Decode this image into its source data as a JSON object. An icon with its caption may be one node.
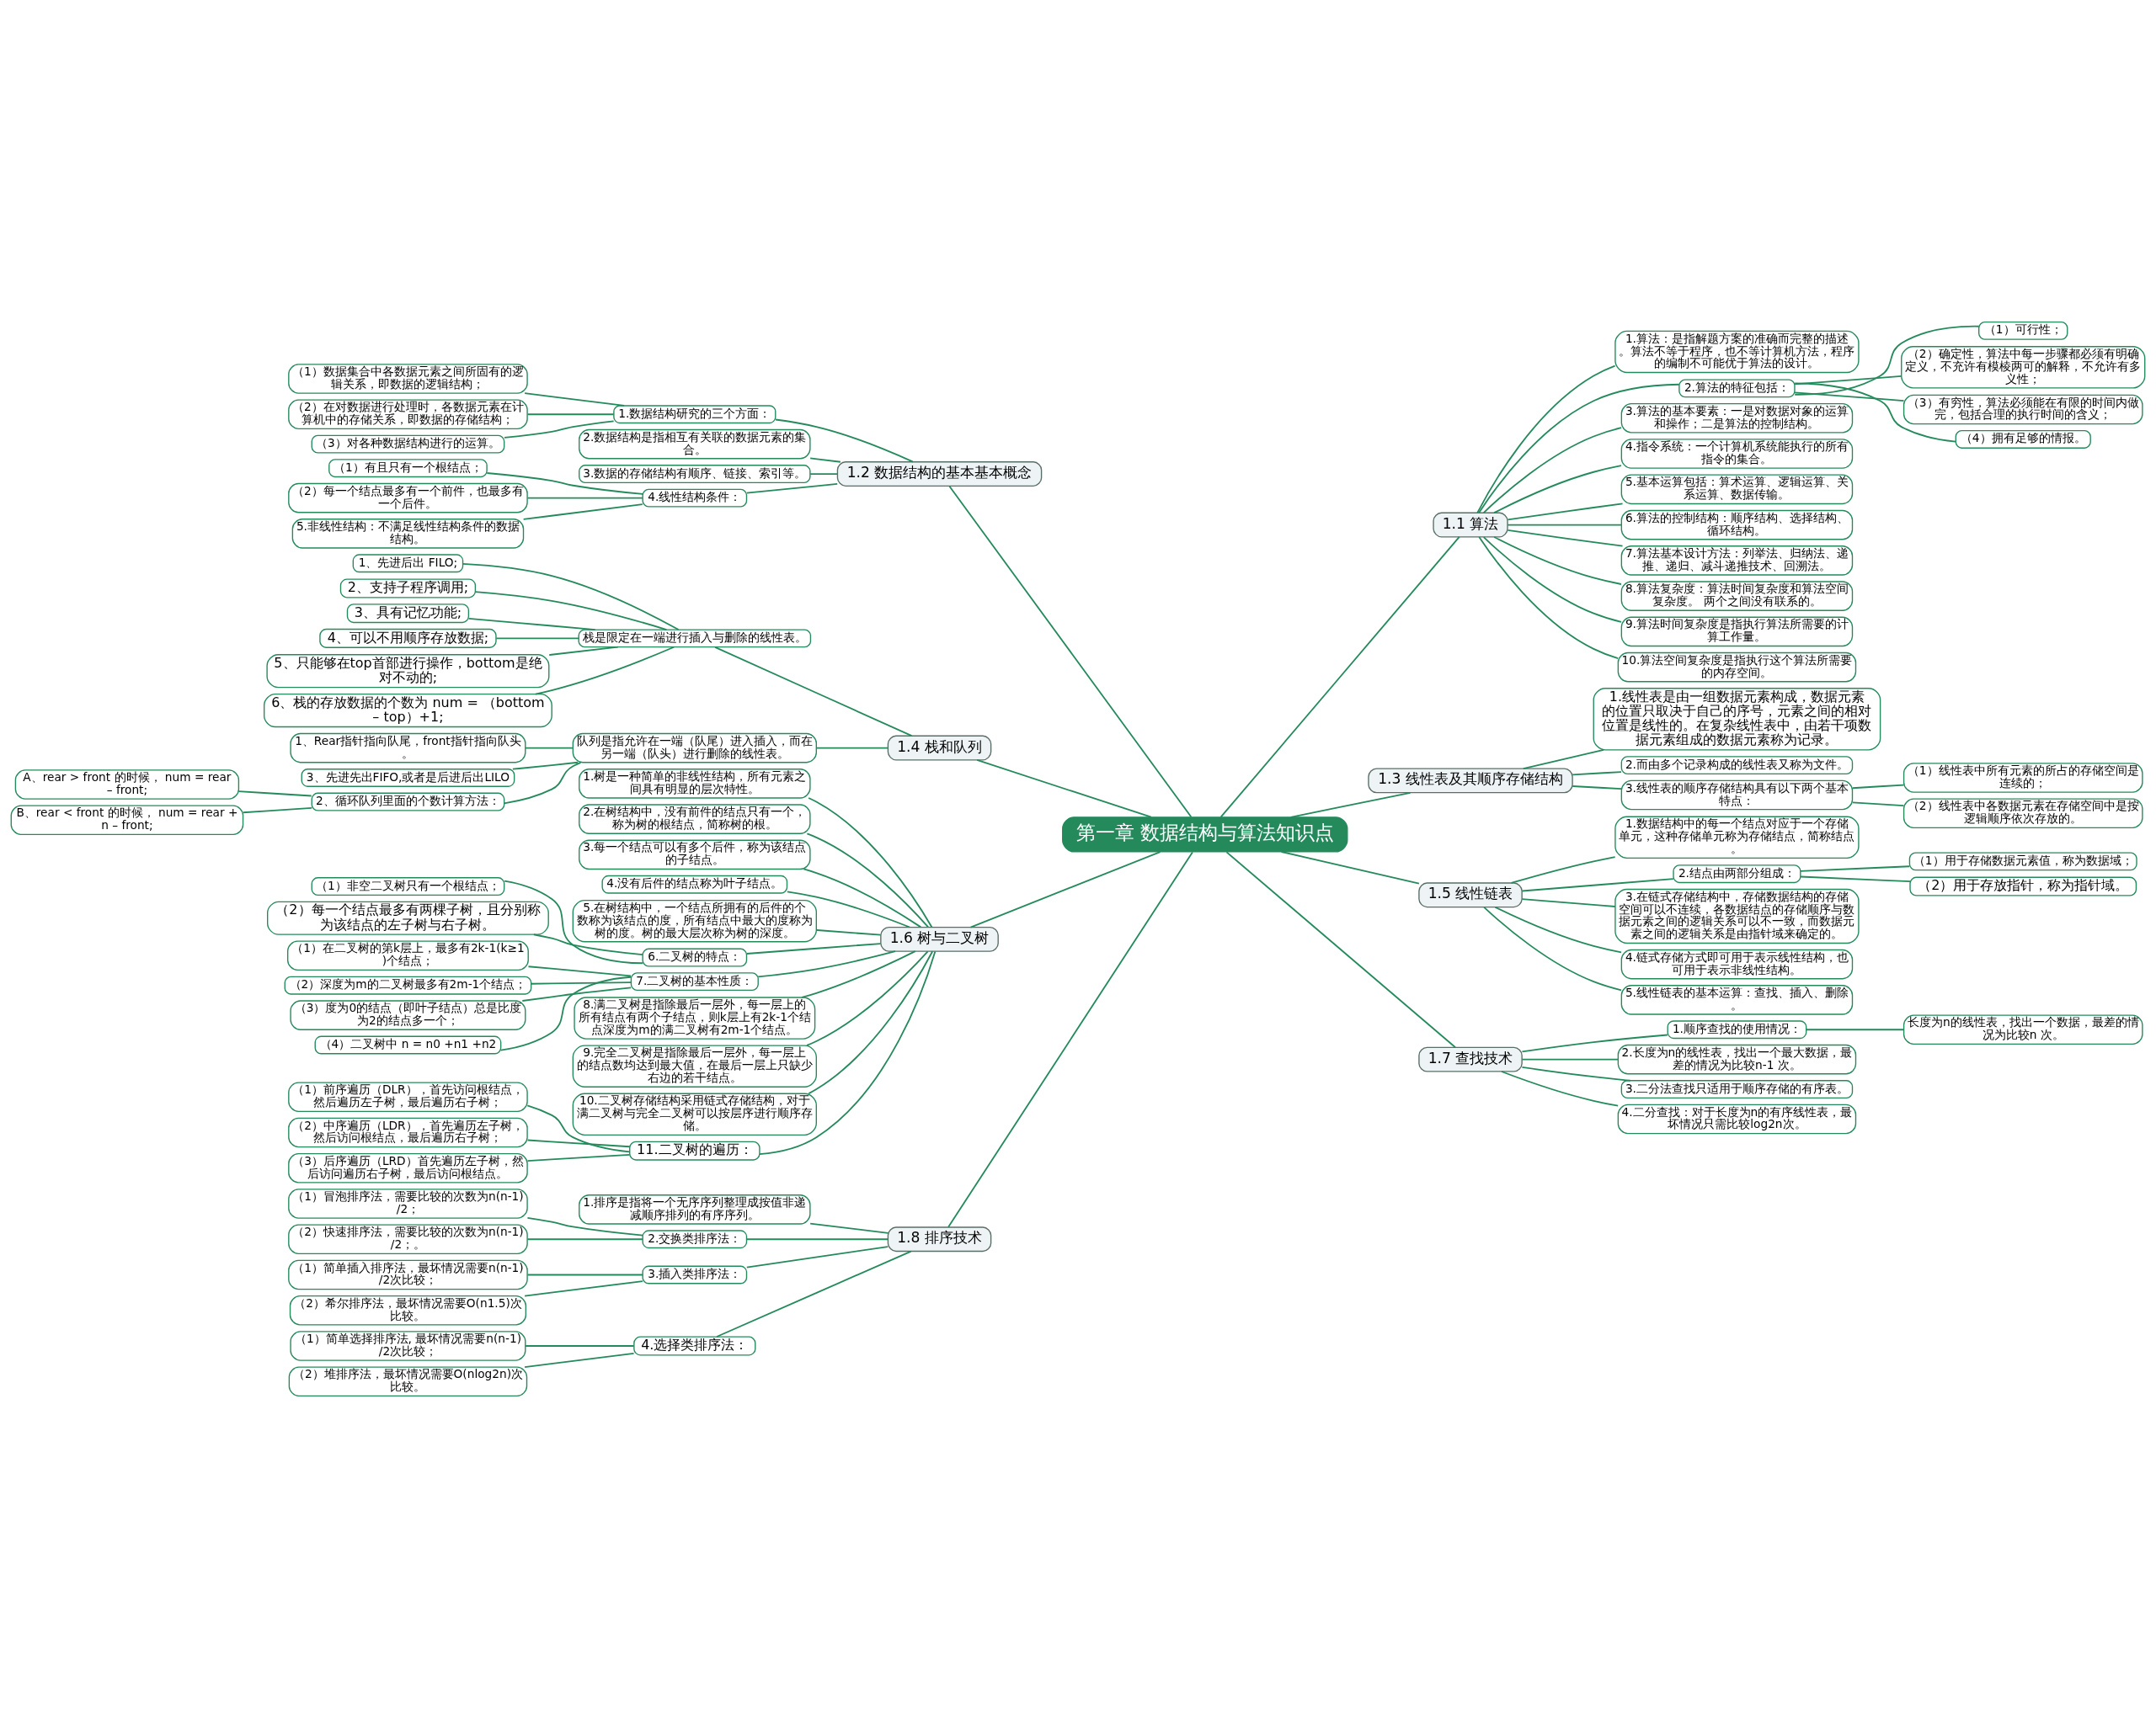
{
  "diagram": {
    "nodes": [
      {
        "text": [
          "第一章 数据结构与算法知识点"
        ]
      },
      {
        "text": [
          "1.1 算法"
        ]
      },
      {
        "text": [
          "1.算法：是指解题方案的准确而完整的描述。算法不等于程序，也不等计算机方法，程序的编制不可能优于算法的设计。"
        ]
      },
      {
        "text": [
          "2.算法的特征包括："
        ]
      },
      {
        "text": [
          "（1）可行性；"
        ]
      },
      {
        "text": [
          "（2）确定性，算法中每一步骤都必须有明确定义，不充许有模棱两可的解释，不允许有多义性；"
        ]
      },
      {
        "text": [
          "（3）有穷性，算法必须能在有限的时间内做完，包括合理的执行时间的含义；"
        ]
      },
      {
        "text": [
          "（4）拥有足够的情报。"
        ]
      },
      {
        "text": [
          "3.算法的基本要素：一是对数据对象的运算和操作；二是算法的控制结构。"
        ]
      },
      {
        "text": [
          "4.指令系统：一个计算机系统能执行的所有指令的集合。"
        ]
      },
      {
        "text": [
          "5.基本运算包括：算术运算、逻辑运算、关系运算、数据传输。"
        ]
      },
      {
        "text": [
          "6.算法的控制结构：顺序结构、选择结构、循环结构。"
        ]
      },
      {
        "text": [
          "7.算法基本设计方法：列举法、归纳法、递推、递归、减斗递推技术、回溯法。"
        ]
      },
      {
        "text": [
          "8.算法复杂度：算法时间复杂度和算法空间复杂度。 两个之间没有联系的。"
        ]
      },
      {
        "text": [
          "9.算法时间复杂度是指执行算法所需要的计算工作量。"
        ]
      },
      {
        "text": [
          "10.算法空间复杂度是指执行这个算法所需要的内存空间。"
        ]
      },
      {
        "text": [
          "1.2 数据结构的基本基本概念"
        ]
      },
      {
        "text": [
          "1.数据结构研究的三个方面："
        ]
      },
      {
        "text": [
          "（1）数据集合中各数据元素之间所固有的逻辑关系，即数据的逻辑结构；"
        ]
      },
      {
        "text": [
          "（2）在对数据进行处理时，各数据元素在计算机中的存储关系，即数据的存储结构；"
        ]
      },
      {
        "text": [
          "（3）对各种数据结构进行的运算。"
        ]
      },
      {
        "text": [
          "2.数据结构是指相互有关联的数据元素的集合。"
        ]
      },
      {
        "text": [
          "3.数据的存储结构有顺序、链接、索引等。"
        ]
      },
      {
        "text": [
          "4.线性结构条件："
        ]
      },
      {
        "text": [
          "（1）有且只有一个根结点；"
        ]
      },
      {
        "text": [
          "（2）每一个结点最多有一个前件，也最多有一个后件。"
        ]
      },
      {
        "text": [
          "5.非线性结构：不满足线性结构条件的数据结构。"
        ]
      },
      {
        "text": [
          "1.3 线性表及其顺序存储结构"
        ]
      },
      {
        "text": [
          "1.线性表是由一组数据元素构成，数据元素的位置只取决于自己的序号，元素之间的相对位置是线性的。在复杂线性表中，由若干项数据元素组成的数据元素称为记录。"
        ]
      },
      {
        "text": [
          "2.而由多个记录构成的线性表又称为文件。"
        ]
      },
      {
        "text": [
          "3.线性表的顺序存储结构具有以下两个基本特点："
        ]
      },
      {
        "text": [
          "（1）线性表中所有元素的所占的存储空间是连续的；"
        ]
      },
      {
        "text": [
          "（2）线性表中各数据元素在存储空间中是按逻辑顺序依次存放的。"
        ]
      },
      {
        "text": [
          "1.4 栈和队列"
        ]
      },
      {
        "text": [
          "栈是限定在一端进行插入与删除的线性表。"
        ]
      },
      {
        "text": [
          "1、先进后出 FILO;"
        ]
      },
      {
        "text": [
          "2、支持子程序调用;"
        ]
      },
      {
        "text": [
          "3、具有记忆功能;"
        ]
      },
      {
        "text": [
          "4、可以不用顺序存放数据;"
        ]
      },
      {
        "text": [
          "5、只能够在top首部进行操作，bottom是绝对不动的;"
        ]
      },
      {
        "text": [
          "6、栈的存放数据的个数为 num = （bottom – top）+1;"
        ]
      },
      {
        "text": [
          "队列是指允许在一端（队尾）进入插入，而在另一端（队头）进行删除的线性表。"
        ]
      },
      {
        "text": [
          "1、Rear指针指向队尾，front指针指向队头。"
        ]
      },
      {
        "text": [
          "3、先进先出FIFO,或者是后进后出LILO"
        ]
      },
      {
        "text": [
          "2、循环队列里面的个数计算方法："
        ]
      },
      {
        "text": [
          "A、rear > front 的时候， num = rear – front;"
        ]
      },
      {
        "text": [
          "B、rear < front 的时候， num = rear + n – front;"
        ]
      },
      {
        "text": [
          "1.5 线性链表"
        ]
      },
      {
        "text": [
          "1.数据结构中的每一个结点对应于一个存储单元，这种存储单元称为存储结点，简称结点。"
        ]
      },
      {
        "text": [
          "2.结点由两部分组成："
        ]
      },
      {
        "text": [
          "（1）用于存储数据元素值，称为数据域；"
        ]
      },
      {
        "text": [
          "（2）用于存放指针，称为指针域。"
        ]
      },
      {
        "text": [
          "3.在链式存储结构中，存储数据结构的存储空间可以不连续，各数据结点的存储顺序与数据元素之间的逻辑关系可以不一致，而数据元素之间的逻辑关系是由指针域来确定的。"
        ]
      },
      {
        "text": [
          "4.链式存储方式即可用于表示线性结构，也可用于表示非线性结构。"
        ]
      },
      {
        "text": [
          "5.线性链表的基本运算：查找、插入、删除。"
        ]
      },
      {
        "text": [
          "1.6 树与二叉树"
        ]
      },
      {
        "text": [
          "1.树是一种简单的非线性结构，所有元素之间具有明显的层次特性。"
        ]
      },
      {
        "text": [
          "2.在树结构中，没有前件的结点只有一个，称为树的根结点，简称树的根。"
        ]
      },
      {
        "text": [
          "3.每一个结点可以有多个后件，称为该结点的子结点。"
        ]
      },
      {
        "text": [
          "4.没有后件的结点称为叶子结点。"
        ]
      },
      {
        "text": [
          "5.在树结构中，一个结点所拥有的后件的个数称为该结点的度，所有结点中最大的度称为树的度。树的最大层次称为树的深度。"
        ]
      },
      {
        "text": [
          "6.二叉树的特点："
        ]
      },
      {
        "text": [
          "（1）非空二叉树只有一个根结点；"
        ]
      },
      {
        "text": [
          "（2）每一个结点最多有两棵子树，且分别称为该结点的左子树与右子树。"
        ]
      },
      {
        "text": [
          "7.二叉树的基本性质："
        ]
      },
      {
        "text": [
          "（1）在二叉树的第k层上，最多有2k-1(k≥1)个结点；"
        ]
      },
      {
        "text": [
          "（2）深度为m的二叉树最多有2m-1个结点；"
        ]
      },
      {
        "text": [
          "（3）度为0的结点（即叶子结点）总是比度为2的结点多一个；"
        ]
      },
      {
        "text": [
          "（4）二叉树中 n = n0 +n1 +n2"
        ]
      },
      {
        "text": [
          "8.满二叉树是指除最后一层外，每一层上的所有结点有两个子结点，则k层上有2k-1个结点深度为m的满二叉树有2m-1个结点。"
        ]
      },
      {
        "text": [
          "9.完全二叉树是指除最后一层外，每一层上的结点数均达到最大值，在最后一层上只缺少右边的若干结点。"
        ]
      },
      {
        "text": [
          "10.二叉树存储结构采用链式存储结构，对于满二叉树与完全二叉树可以按层序进行顺序存储。"
        ]
      },
      {
        "text": [
          "11.二叉树的遍历："
        ]
      },
      {
        "text": [
          "（1）前序遍历（DLR），首先访问根结点，然后遍历左子树，最后遍历右子树；"
        ]
      },
      {
        "text": [
          "（2）中序遍历（LDR），首先遍历左子树，然后访问根结点，最后遍历右子树；"
        ]
      },
      {
        "text": [
          "（3）后序遍历（LRD）首先遍历左子树，然后访问遍历右子树，最后访问根结点。"
        ]
      },
      {
        "text": [
          "1.7 查找技术"
        ]
      },
      {
        "text": [
          "1.顺序查找的使用情况："
        ]
      },
      {
        "text": [
          "长度为n的线性表，找出一个数据，最差的情况为比较n 次。"
        ]
      },
      {
        "text": [
          "2.长度为n的线性表，找出一个最大数据，最差的情况为比较n-1 次。"
        ]
      },
      {
        "text": [
          "3.二分法查找只适用于顺序存储的有序表。"
        ]
      },
      {
        "text": [
          "4.二分查找：对于长度为n的有序线性表，最坏情况只需比较log2n次。"
        ]
      },
      {
        "text": [
          "1.8 排序技术"
        ]
      },
      {
        "text": [
          "1.排序是指将一个无序序列整理成按值非递减顺序排列的有序序列。"
        ]
      },
      {
        "text": [
          "2.交换类排序法："
        ]
      },
      {
        "text": [
          "（1）冒泡排序法，需要比较的次数为n(n-1)/2；"
        ]
      },
      {
        "text": [
          "（2）快速排序法，需要比较的次数为n(n-1)/2；。"
        ]
      },
      {
        "text": [
          "3.插入类排序法："
        ]
      },
      {
        "text": [
          "（1）简单插入排序法，最坏情况需要n(n-1)/2次比较；"
        ]
      },
      {
        "text": [
          "（2）希尔排序法，最坏情况需要O(n1.5)次比较。"
        ]
      },
      {
        "text": [
          "4.选择类排序法："
        ]
      },
      {
        "text": [
          "（1）简单选择排序法, 最坏情况需要n(n-1)/2次比较；"
        ]
      },
      {
        "text": [
          "（2）堆排序法，最坏情况需要O(nlog2n)次比较。"
        ]
      }
    ],
    "edges": [
      {
        "from": 0,
        "to": 1,
        "arrow": "none"
      },
      {
        "from": 1,
        "to": 2,
        "arrow": "none"
      },
      {
        "from": 1,
        "to": 3,
        "arrow": "none"
      },
      {
        "from": 3,
        "to": 4,
        "arrow": "none"
      },
      {
        "from": 3,
        "to": 5,
        "arrow": "none"
      },
      {
        "from": 3,
        "to": 6,
        "arrow": "none"
      },
      {
        "from": 3,
        "to": 7,
        "arrow": "none"
      },
      {
        "from": 1,
        "to": 8,
        "arrow": "none"
      },
      {
        "from": 1,
        "to": 9,
        "arrow": "none"
      },
      {
        "from": 1,
        "to": 10,
        "arrow": "none"
      },
      {
        "from": 1,
        "to": 11,
        "arrow": "none"
      },
      {
        "from": 1,
        "to": 12,
        "arrow": "none"
      },
      {
        "from": 1,
        "to": 13,
        "arrow": "none"
      },
      {
        "from": 1,
        "to": 14,
        "arrow": "none"
      },
      {
        "from": 1,
        "to": 15,
        "arrow": "none"
      },
      {
        "from": 0,
        "to": 16,
        "arrow": "none"
      },
      {
        "from": 16,
        "to": 17,
        "arrow": "none"
      },
      {
        "from": 17,
        "to": 18,
        "arrow": "none"
      },
      {
        "from": 17,
        "to": 19,
        "arrow": "none"
      },
      {
        "from": 17,
        "to": 20,
        "arrow": "none"
      },
      {
        "from": 16,
        "to": 21,
        "arrow": "none"
      },
      {
        "from": 16,
        "to": 22,
        "arrow": "none"
      },
      {
        "from": 16,
        "to": 23,
        "arrow": "none"
      },
      {
        "from": 23,
        "to": 24,
        "arrow": "none"
      },
      {
        "from": 23,
        "to": 25,
        "arrow": "none"
      },
      {
        "from": 23,
        "to": 26,
        "arrow": "none"
      },
      {
        "from": 0,
        "to": 27,
        "arrow": "none"
      },
      {
        "from": 27,
        "to": 28,
        "arrow": "none"
      },
      {
        "from": 27,
        "to": 29,
        "arrow": "none"
      },
      {
        "from": 27,
        "to": 30,
        "arrow": "none"
      },
      {
        "from": 30,
        "to": 31,
        "arrow": "none"
      },
      {
        "from": 30,
        "to": 32,
        "arrow": "none"
      },
      {
        "from": 0,
        "to": 33,
        "arrow": "none"
      },
      {
        "from": 33,
        "to": 34,
        "arrow": "none"
      },
      {
        "from": 34,
        "to": 35,
        "arrow": "none"
      },
      {
        "from": 34,
        "to": 36,
        "arrow": "none"
      },
      {
        "from": 34,
        "to": 37,
        "arrow": "none"
      },
      {
        "from": 34,
        "to": 38,
        "arrow": "none"
      },
      {
        "from": 34,
        "to": 39,
        "arrow": "none"
      },
      {
        "from": 34,
        "to": 40,
        "arrow": "none"
      },
      {
        "from": 33,
        "to": 41,
        "arrow": "none"
      },
      {
        "from": 41,
        "to": 42,
        "arrow": "none"
      },
      {
        "from": 41,
        "to": 43,
        "arrow": "none"
      },
      {
        "from": 41,
        "to": 44,
        "arrow": "none"
      },
      {
        "from": 44,
        "to": 45,
        "arrow": "none"
      },
      {
        "from": 44,
        "to": 46,
        "arrow": "none"
      },
      {
        "from": 0,
        "to": 47,
        "arrow": "none"
      },
      {
        "from": 47,
        "to": 48,
        "arrow": "none"
      },
      {
        "from": 47,
        "to": 49,
        "arrow": "none"
      },
      {
        "from": 49,
        "to": 50,
        "arrow": "none"
      },
      {
        "from": 49,
        "to": 51,
        "arrow": "none"
      },
      {
        "from": 47,
        "to": 52,
        "arrow": "none"
      },
      {
        "from": 47,
        "to": 53,
        "arrow": "none"
      },
      {
        "from": 47,
        "to": 54,
        "arrow": "none"
      },
      {
        "from": 0,
        "to": 55,
        "arrow": "none"
      },
      {
        "from": 55,
        "to": 56,
        "arrow": "none"
      },
      {
        "from": 55,
        "to": 57,
        "arrow": "none"
      },
      {
        "from": 55,
        "to": 58,
        "arrow": "none"
      },
      {
        "from": 55,
        "to": 59,
        "arrow": "none"
      },
      {
        "from": 55,
        "to": 60,
        "arrow": "none"
      },
      {
        "from": 55,
        "to": 61,
        "arrow": "none"
      },
      {
        "from": 61,
        "to": 62,
        "arrow": "none"
      },
      {
        "from": 61,
        "to": 63,
        "arrow": "none"
      },
      {
        "from": 55,
        "to": 64,
        "arrow": "none"
      },
      {
        "from": 64,
        "to": 65,
        "arrow": "none"
      },
      {
        "from": 64,
        "to": 66,
        "arrow": "none"
      },
      {
        "from": 64,
        "to": 67,
        "arrow": "none"
      },
      {
        "from": 64,
        "to": 68,
        "arrow": "none"
      },
      {
        "from": 55,
        "to": 69,
        "arrow": "none"
      },
      {
        "from": 55,
        "to": 70,
        "arrow": "none"
      },
      {
        "from": 55,
        "to": 71,
        "arrow": "none"
      },
      {
        "from": 55,
        "to": 72,
        "arrow": "none"
      },
      {
        "from": 72,
        "to": 73,
        "arrow": "none"
      },
      {
        "from": 72,
        "to": 74,
        "arrow": "none"
      },
      {
        "from": 72,
        "to": 75,
        "arrow": "none"
      },
      {
        "from": 0,
        "to": 76,
        "arrow": "none"
      },
      {
        "from": 76,
        "to": 77,
        "arrow": "none"
      },
      {
        "from": 77,
        "to": 78,
        "arrow": "none"
      },
      {
        "from": 76,
        "to": 79,
        "arrow": "none"
      },
      {
        "from": 76,
        "to": 80,
        "arrow": "none"
      },
      {
        "from": 76,
        "to": 81,
        "arrow": "none"
      },
      {
        "from": 0,
        "to": 82,
        "arrow": "none"
      },
      {
        "from": 82,
        "to": 83,
        "arrow": "none"
      },
      {
        "from": 82,
        "to": 84,
        "arrow": "none"
      },
      {
        "from": 84,
        "to": 85,
        "arrow": "none"
      },
      {
        "from": 84,
        "to": 86,
        "arrow": "none"
      },
      {
        "from": 82,
        "to": 87,
        "arrow": "none"
      },
      {
        "from": 87,
        "to": 88,
        "arrow": "none"
      },
      {
        "from": 87,
        "to": 89,
        "arrow": "none"
      },
      {
        "from": 82,
        "to": 90,
        "arrow": "none"
      },
      {
        "from": 90,
        "to": 91,
        "arrow": "none"
      },
      {
        "from": 90,
        "to": 92,
        "arrow": "none"
      }
    ]
  }
}
